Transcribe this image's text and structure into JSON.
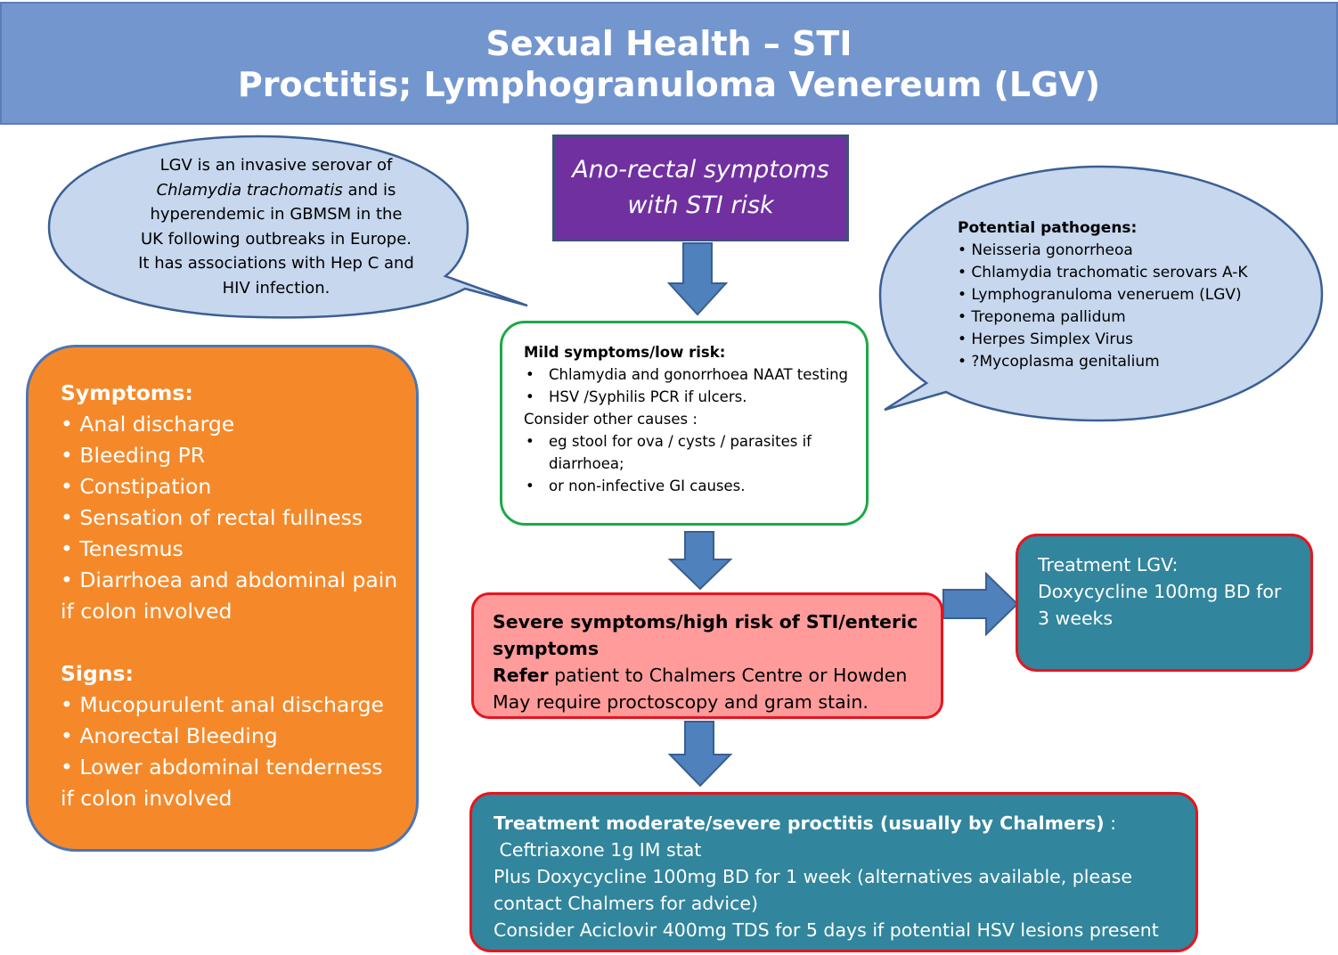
{
  "header": {
    "line1": "Sexual Health – STI",
    "line2": "Proctitis; Lymphogranuloma Venereum (LGV)"
  },
  "start": {
    "line1": "Ano-rectal symptoms",
    "line2": "with STI risk"
  },
  "lgv_note": {
    "line1": "LGV is an invasive serovar of",
    "line2_italic": "Chlamydia trachomatis",
    "line2_rest": " and is",
    "line3": "hyperendemic  in GBMSM in the",
    "line4": "UK following outbreaks in Europe.",
    "line5": "It has associations with Hep C and",
    "line6": "HIV infection."
  },
  "pathogens": {
    "title": "Potential pathogens:",
    "items": [
      "• Neisseria gonorrheoa",
      "• Chlamydia trachomatic serovars A-K",
      "• Lymphogranuloma veneruem (LGV)",
      "• Treponema pallidum",
      "• Herpes Simplex Virus",
      "• ?Mycoplasma genitalium"
    ]
  },
  "mild": {
    "title": "Mild symptoms/low risk:",
    "item1": "Chlamydia and gonorrhoea  NAAT testing",
    "item2": "HSV /Syphilis PCR  if ulcers.",
    "consider": "Consider other causes :",
    "item3": "eg stool for ova / cysts / parasites if diarrhoea;",
    "item4": "or non-infective GI causes."
  },
  "severe": {
    "title": "Severe symptoms/high risk of STI/enteric symptoms",
    "refer_bold": "Refer",
    "refer_rest": " patient to Chalmers Centre or Howden",
    "line3": "May require proctoscopy and gram stain."
  },
  "lgv_treatment": {
    "line1": "Treatment LGV:",
    "line2": "Doxycycline 100mg BD for 3 weeks"
  },
  "proctitis_treatment": {
    "title_bold": "Treatment moderate/severe proctitis (usually by Chalmers)",
    "title_rest": " :",
    "line2": " Ceftriaxone 1g IM stat",
    "line3": "Plus Doxycycline 100mg BD for 1 week (alternatives available, please contact Chalmers for advice)",
    "line4": "Consider Aciclovir 400mg TDS for 5 days if  potential HSV lesions present"
  },
  "symptoms": {
    "title": "Symptoms:",
    "items": [
      "• Anal discharge",
      "• Bleeding PR",
      "• Constipation",
      "• Sensation of rectal fullness",
      "• Tenesmus",
      "• Diarrhoea and abdominal pain if colon involved"
    ],
    "signs_title": "Signs:",
    "signs": [
      "• Mucopurulent anal discharge",
      "• Anorectal Bleeding",
      "• Lower abdominal tenderness if colon involved"
    ]
  },
  "colors": {
    "header": "#7496cf",
    "start": "#7030a0",
    "bubble": "#c6d7ee",
    "arrow": "#4f81bd",
    "mild_border": "#1ea84a",
    "severe_fill": "#ff9b9b",
    "red_border": "#e8141d",
    "teal": "#31859c",
    "orange": "#f5892a"
  }
}
